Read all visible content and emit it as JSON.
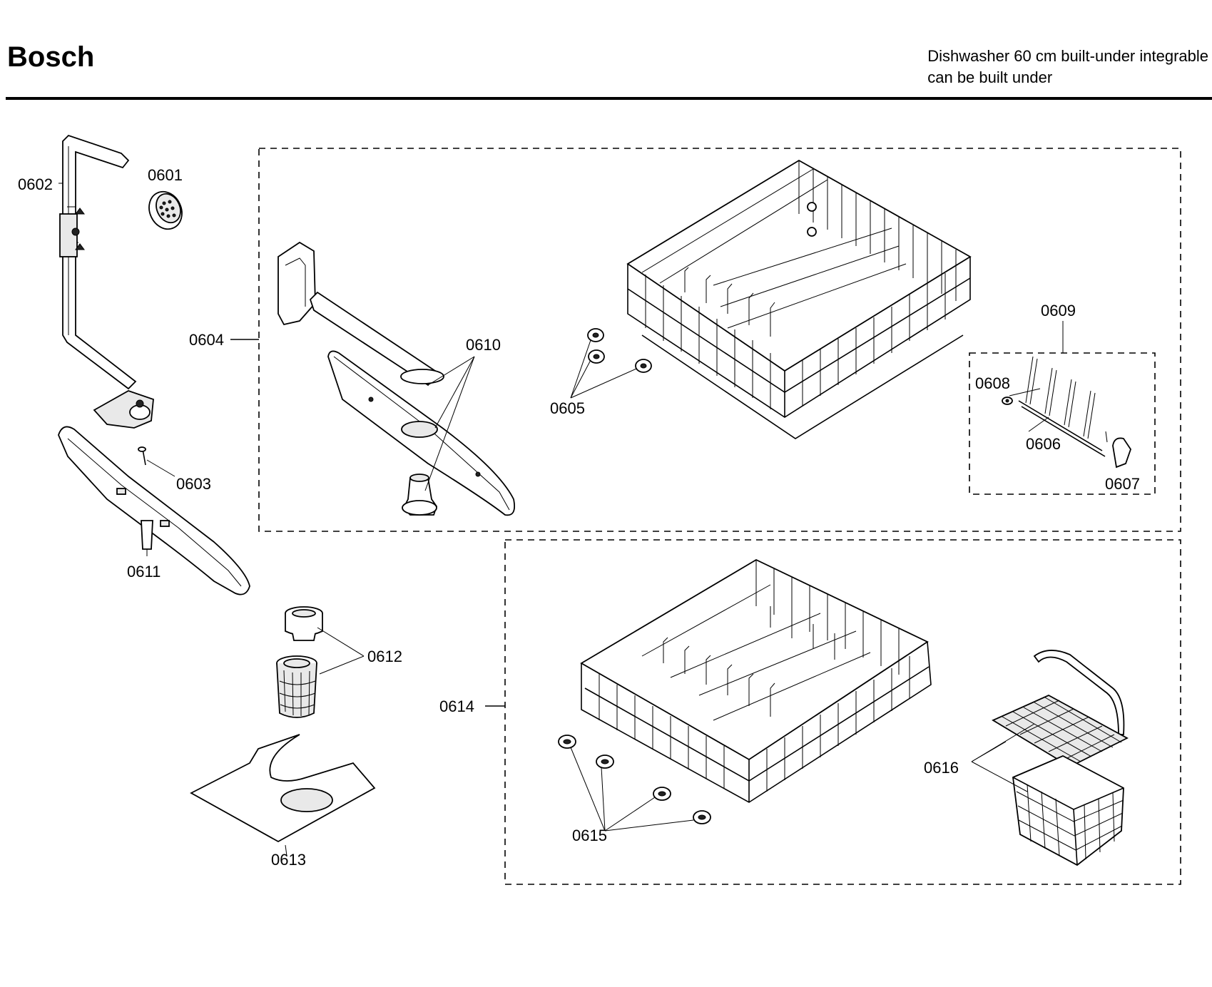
{
  "header": {
    "brand": "Bosch",
    "description_line1": "Dishwasher 60 cm built-under integrable",
    "description_line2": "can be built under"
  },
  "parts": {
    "p0601": "0601",
    "p0602": "0602",
    "p0603": "0603",
    "p0604": "0604",
    "p0605": "0605",
    "p0606": "0606",
    "p0607": "0607",
    "p0608": "0608",
    "p0609": "0609",
    "p0610": "0610",
    "p0611": "0611",
    "p0612": "0612",
    "p0613": "0613",
    "p0614": "0614",
    "p0615": "0615",
    "p0616": "0616"
  }
}
